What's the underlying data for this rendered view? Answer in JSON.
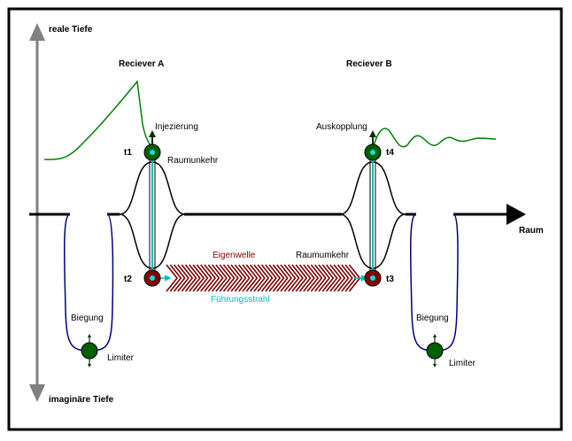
{
  "labels": {
    "real_depth": "reale Tiefe",
    "imag_depth": "imaginäre Tiefe",
    "space": "Raum",
    "receiver_a": "Reciever A",
    "receiver_b": "Reciever B",
    "injection": "Injezierung",
    "outcoupling": "Auskopplung",
    "space_reversal_a": "Raumunkehr",
    "space_reversal_b": "Raumumkehr",
    "eigenwave": "Eigenwelle",
    "guide_beam": "Führungsstrahl",
    "bend_left": "Biegung",
    "bend_right": "Biegung",
    "limiter_left": "Limiter",
    "limiter_right": "Limiter",
    "t1": "t1",
    "t2": "t2",
    "t3": "t3",
    "t4": "t4"
  },
  "colors": {
    "frame": "#000000",
    "axis_arrow": "#808080",
    "wave_curve": "#008000",
    "bend_curve": "#000080",
    "eigenwave": "#800000",
    "guide_beam": "#00c0c0",
    "node_green": "#006000",
    "node_red": "#800000",
    "eigenwave_label": "#800000",
    "guide_label": "#00c0c0"
  },
  "icons": {
    "node": "circle-node-icon",
    "arrow": "arrow-head-icon"
  }
}
